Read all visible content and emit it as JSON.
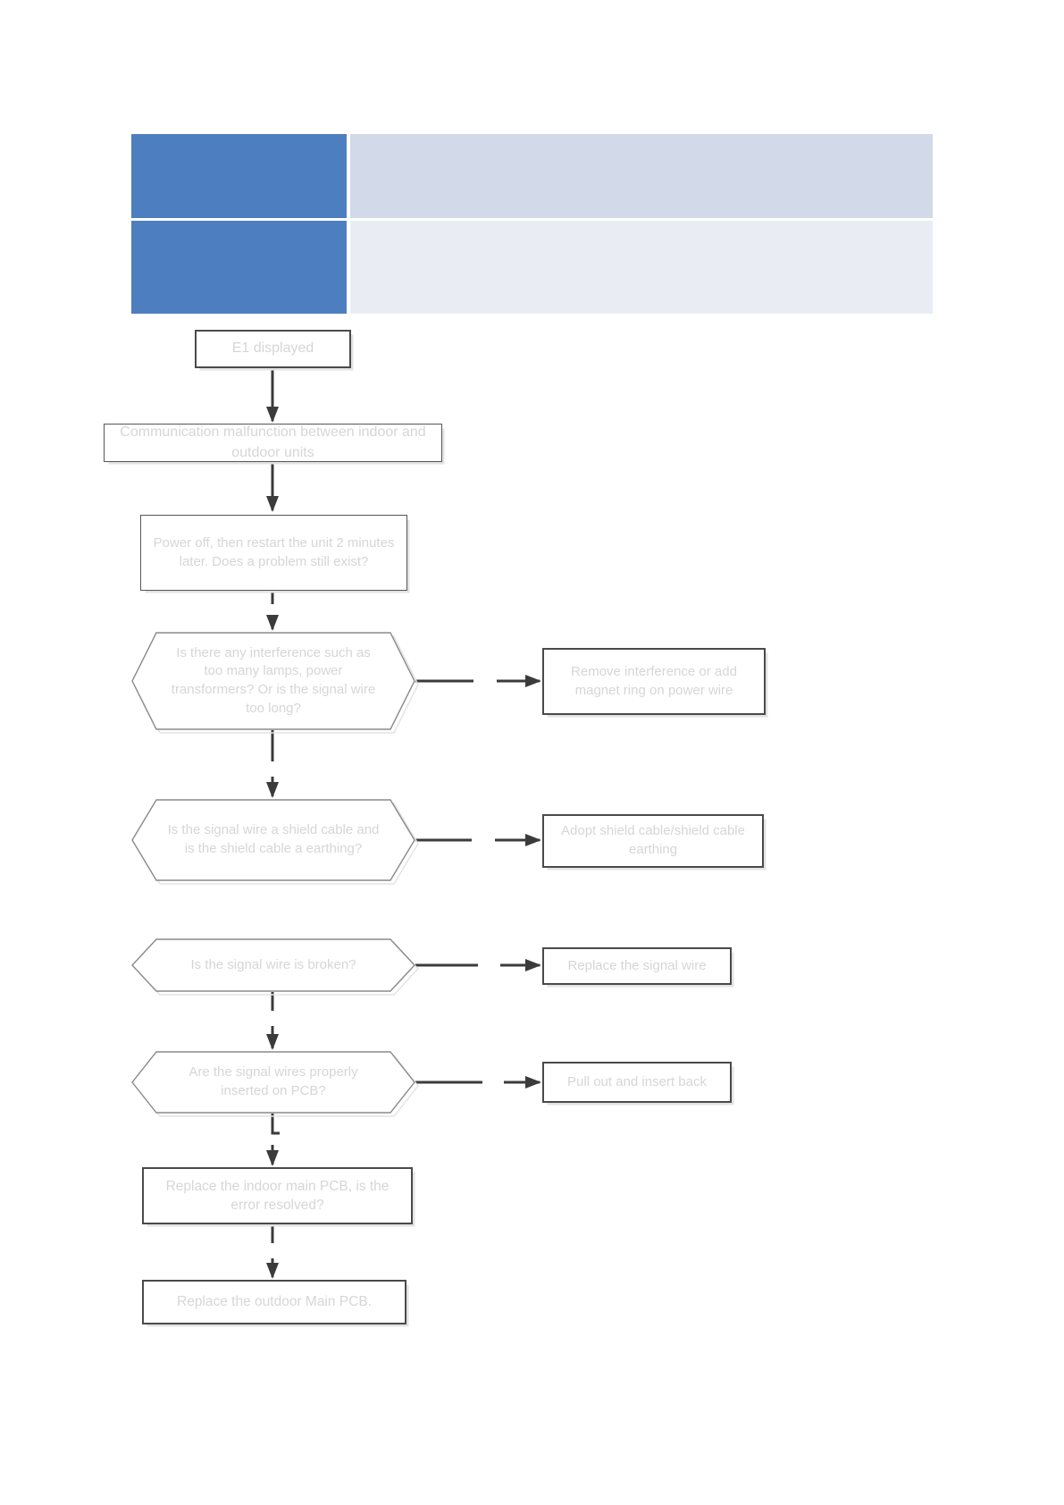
{
  "page": {
    "background": "#ffffff",
    "accent_blue": "#4d7fc0",
    "table_row1_bg": "#d2d9e8",
    "table_row2_bg": "#e9edf3",
    "line_color": "#3b3b3b",
    "node_text_color": "#d6d6d6",
    "box_border_color": "#4a4a4a",
    "hex_border_color": "#8a8a8a"
  },
  "table": {
    "rows": [
      {
        "header_text": "",
        "body_text": ""
      },
      {
        "header_text": "",
        "body_text": ""
      }
    ]
  },
  "flowchart": {
    "nodes": {
      "e1": "E1 displayed",
      "comm": "Communication malfunction between indoor and outdoor units",
      "power": "Power off, then restart the unit 2 minutes later. Does a problem still exist?",
      "hex_interference": "Is there any interference such as too many lamps, power transformers? Or is the signal wire too long?",
      "box_interference": "Remove interference or add magnet ring on power wire",
      "hex_shield": "Is the signal wire a shield cable and is the shield cable a earthing?",
      "box_shield": "Adopt shield cable/shield cable earthing",
      "hex_broken": "Is the signal wire is broken?",
      "box_broken": "Replace the signal wire",
      "hex_inserted": "Are the signal wires properly inserted on PCB?",
      "box_inserted": "Pull out and insert back",
      "indoor": "Replace the indoor main PCB, is the error resolved?",
      "outdoor": "Replace the outdoor Main PCB."
    }
  }
}
